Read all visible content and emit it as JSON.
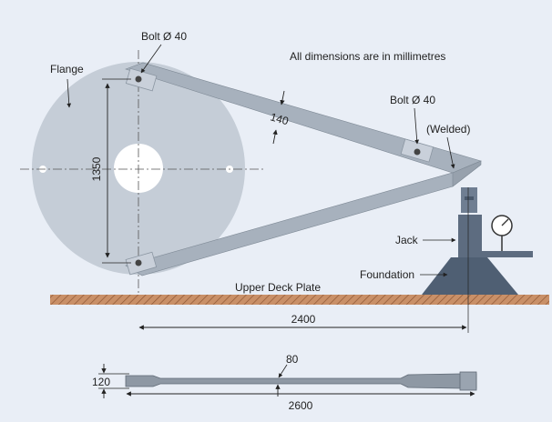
{
  "labels": {
    "bolt_top": "Bolt Ø 40",
    "bolt_right": "Bolt Ø 40",
    "dimensions_note": "All dimensions are in millimetres",
    "flange": "Flange",
    "width_140": "140",
    "welded": "(Welded)",
    "height_1350": "1350",
    "jack": "Jack",
    "foundation": "Foundation",
    "upper_deck_plate": "Upper Deck Plate",
    "span_2400": "2400",
    "thickness_120": "120",
    "depth_80": "80",
    "length_2600": "2600"
  },
  "colors": {
    "background": "#e9eef6",
    "disc": "#c5cdd7",
    "arm": "#a7b1bd",
    "jack": "#5d6c80",
    "foundation": "#4f5f73",
    "deck": "#b57a52"
  }
}
